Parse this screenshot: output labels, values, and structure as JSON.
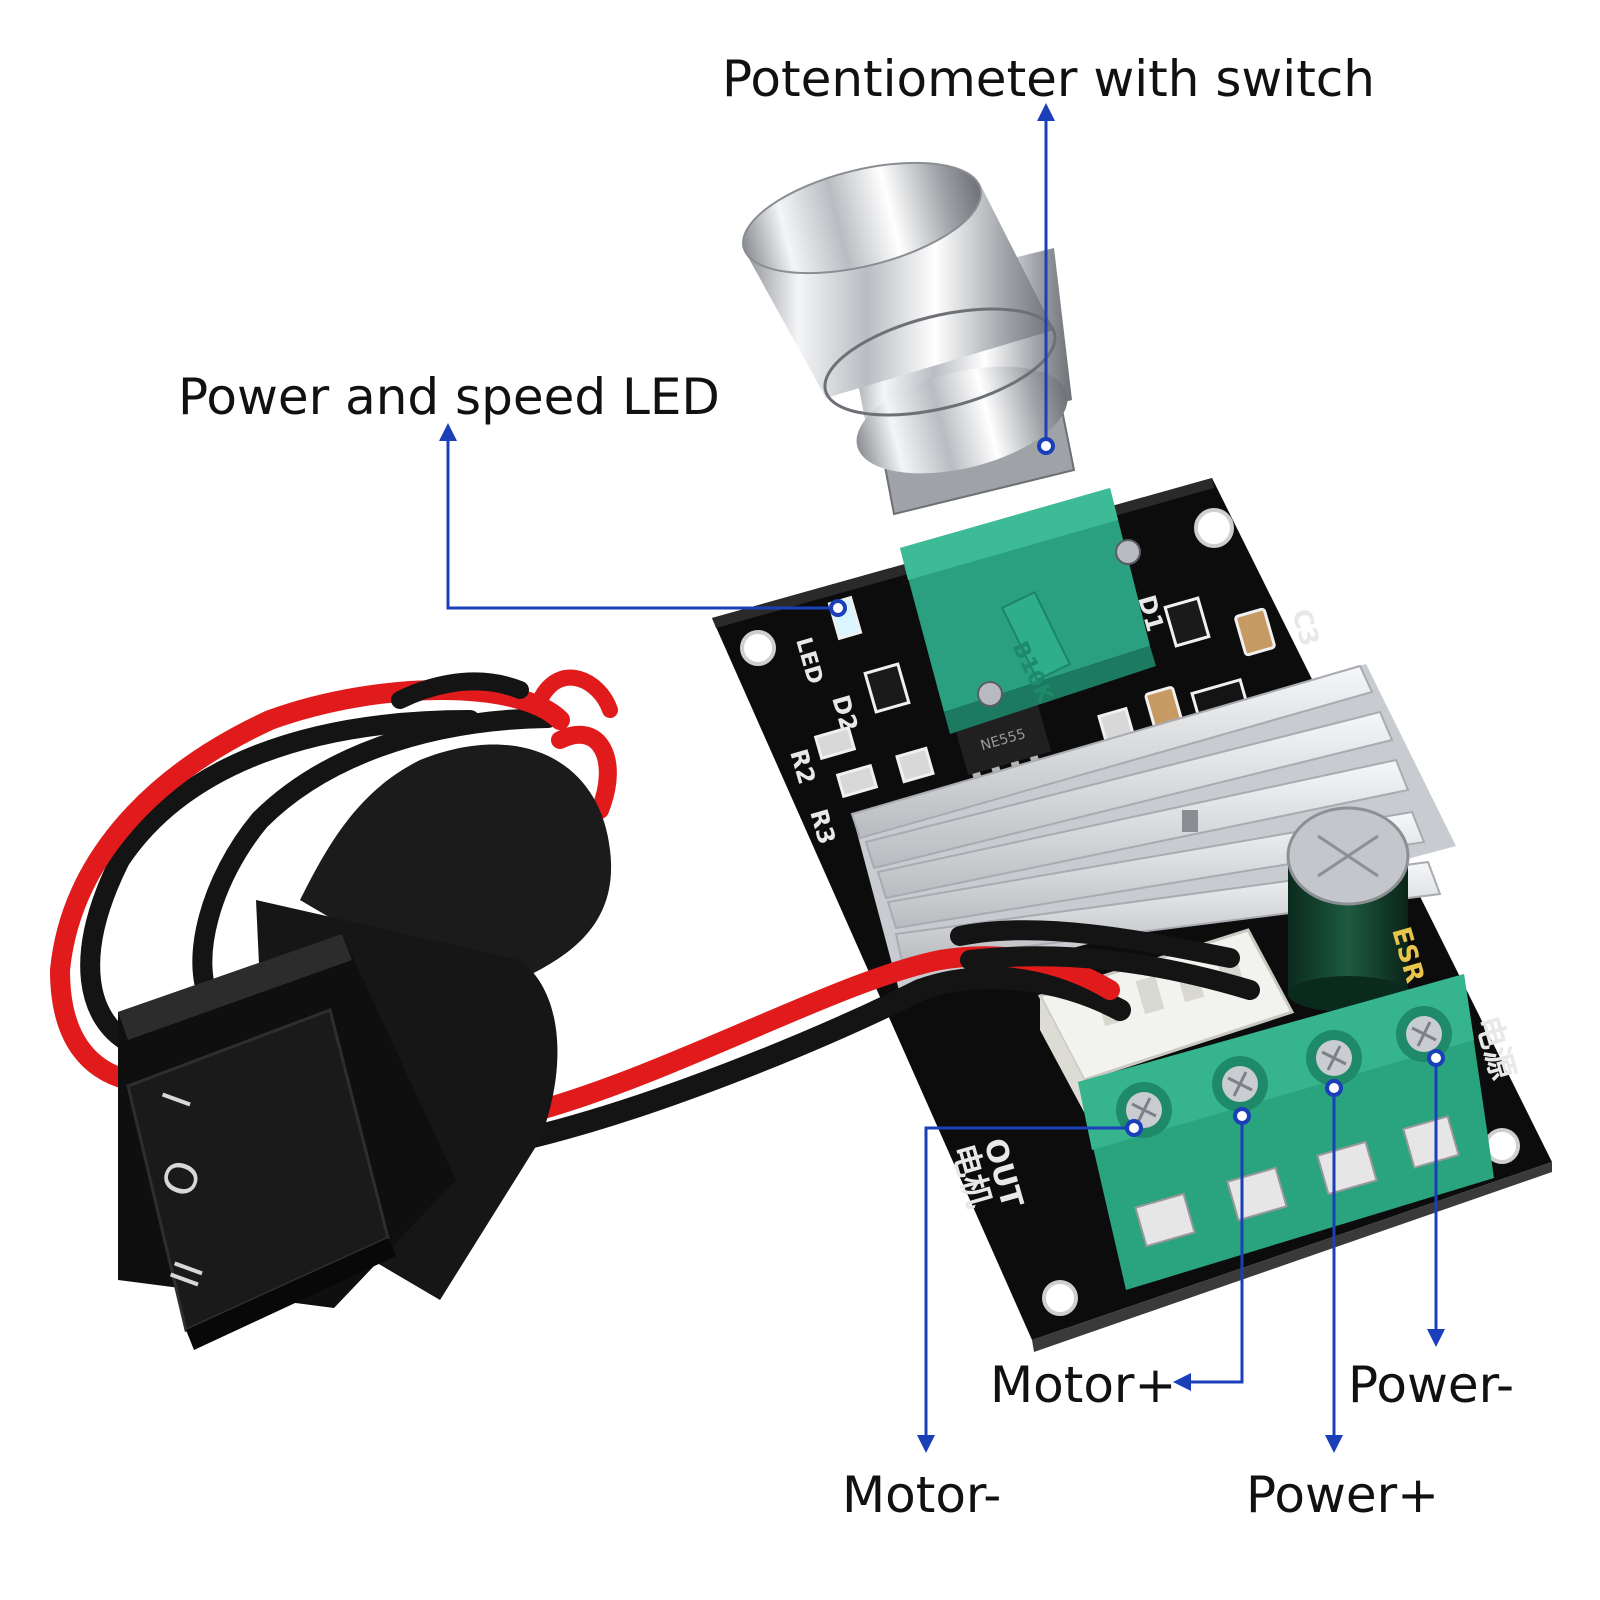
{
  "callouts": {
    "potentiometer": "Potentiometer with switch",
    "led": "Power and speed LED",
    "motor_plus": "Motor+",
    "power_minus": "Power-",
    "motor_minus": "Motor-",
    "power_plus": "Power+"
  },
  "board_markings": {
    "led": "LED",
    "d1": "D1",
    "d2": "D2",
    "r2": "R2",
    "r3": "R3",
    "c3": "C3",
    "out": "OUT",
    "motor_cn": "电机",
    "power_cn": "电源",
    "chip": "NE555",
    "pot_value": "B10K",
    "cap_brand": "ESR",
    "switch_on": "I",
    "switch_off": "O",
    "switch_mid": "II"
  },
  "colors": {
    "pcb": "#0c0c0c",
    "terminal": "#2aa37f",
    "pot_body": "#2aa080",
    "heatsink": "#d9dbde",
    "capacitor": "#12392a",
    "wire_red": "#e11b1b",
    "wire_black": "#141414",
    "callout_line": "#1b3fb8",
    "label": "#111111"
  },
  "icons": {
    "arrow": "arrowhead-icon",
    "anchor": "anchor-dot-icon",
    "screw": "screw-head-icon"
  }
}
